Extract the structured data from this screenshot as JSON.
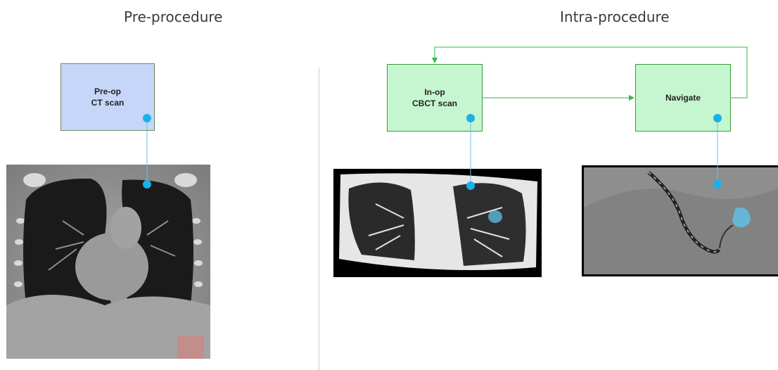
{
  "sections": {
    "pre": "Pre-procedure",
    "intra": "Intra-procedure"
  },
  "boxes": {
    "preop": {
      "line1": "Pre-op",
      "line2": "CT scan"
    },
    "inop": {
      "line1": "In-op",
      "line2": "CBCT scan"
    },
    "navigate": {
      "line1": "Navigate"
    }
  },
  "images": {
    "ct": "coronal-ct-scan",
    "cbct": "coronal-cbct-scan",
    "fluoro": "fluoroscopy-navigation"
  },
  "colors": {
    "pre_box": "#c5d6f8",
    "intra_box": "#c6f6cf",
    "connector": "#1ab0ea",
    "arrow": "#2eb84a"
  }
}
